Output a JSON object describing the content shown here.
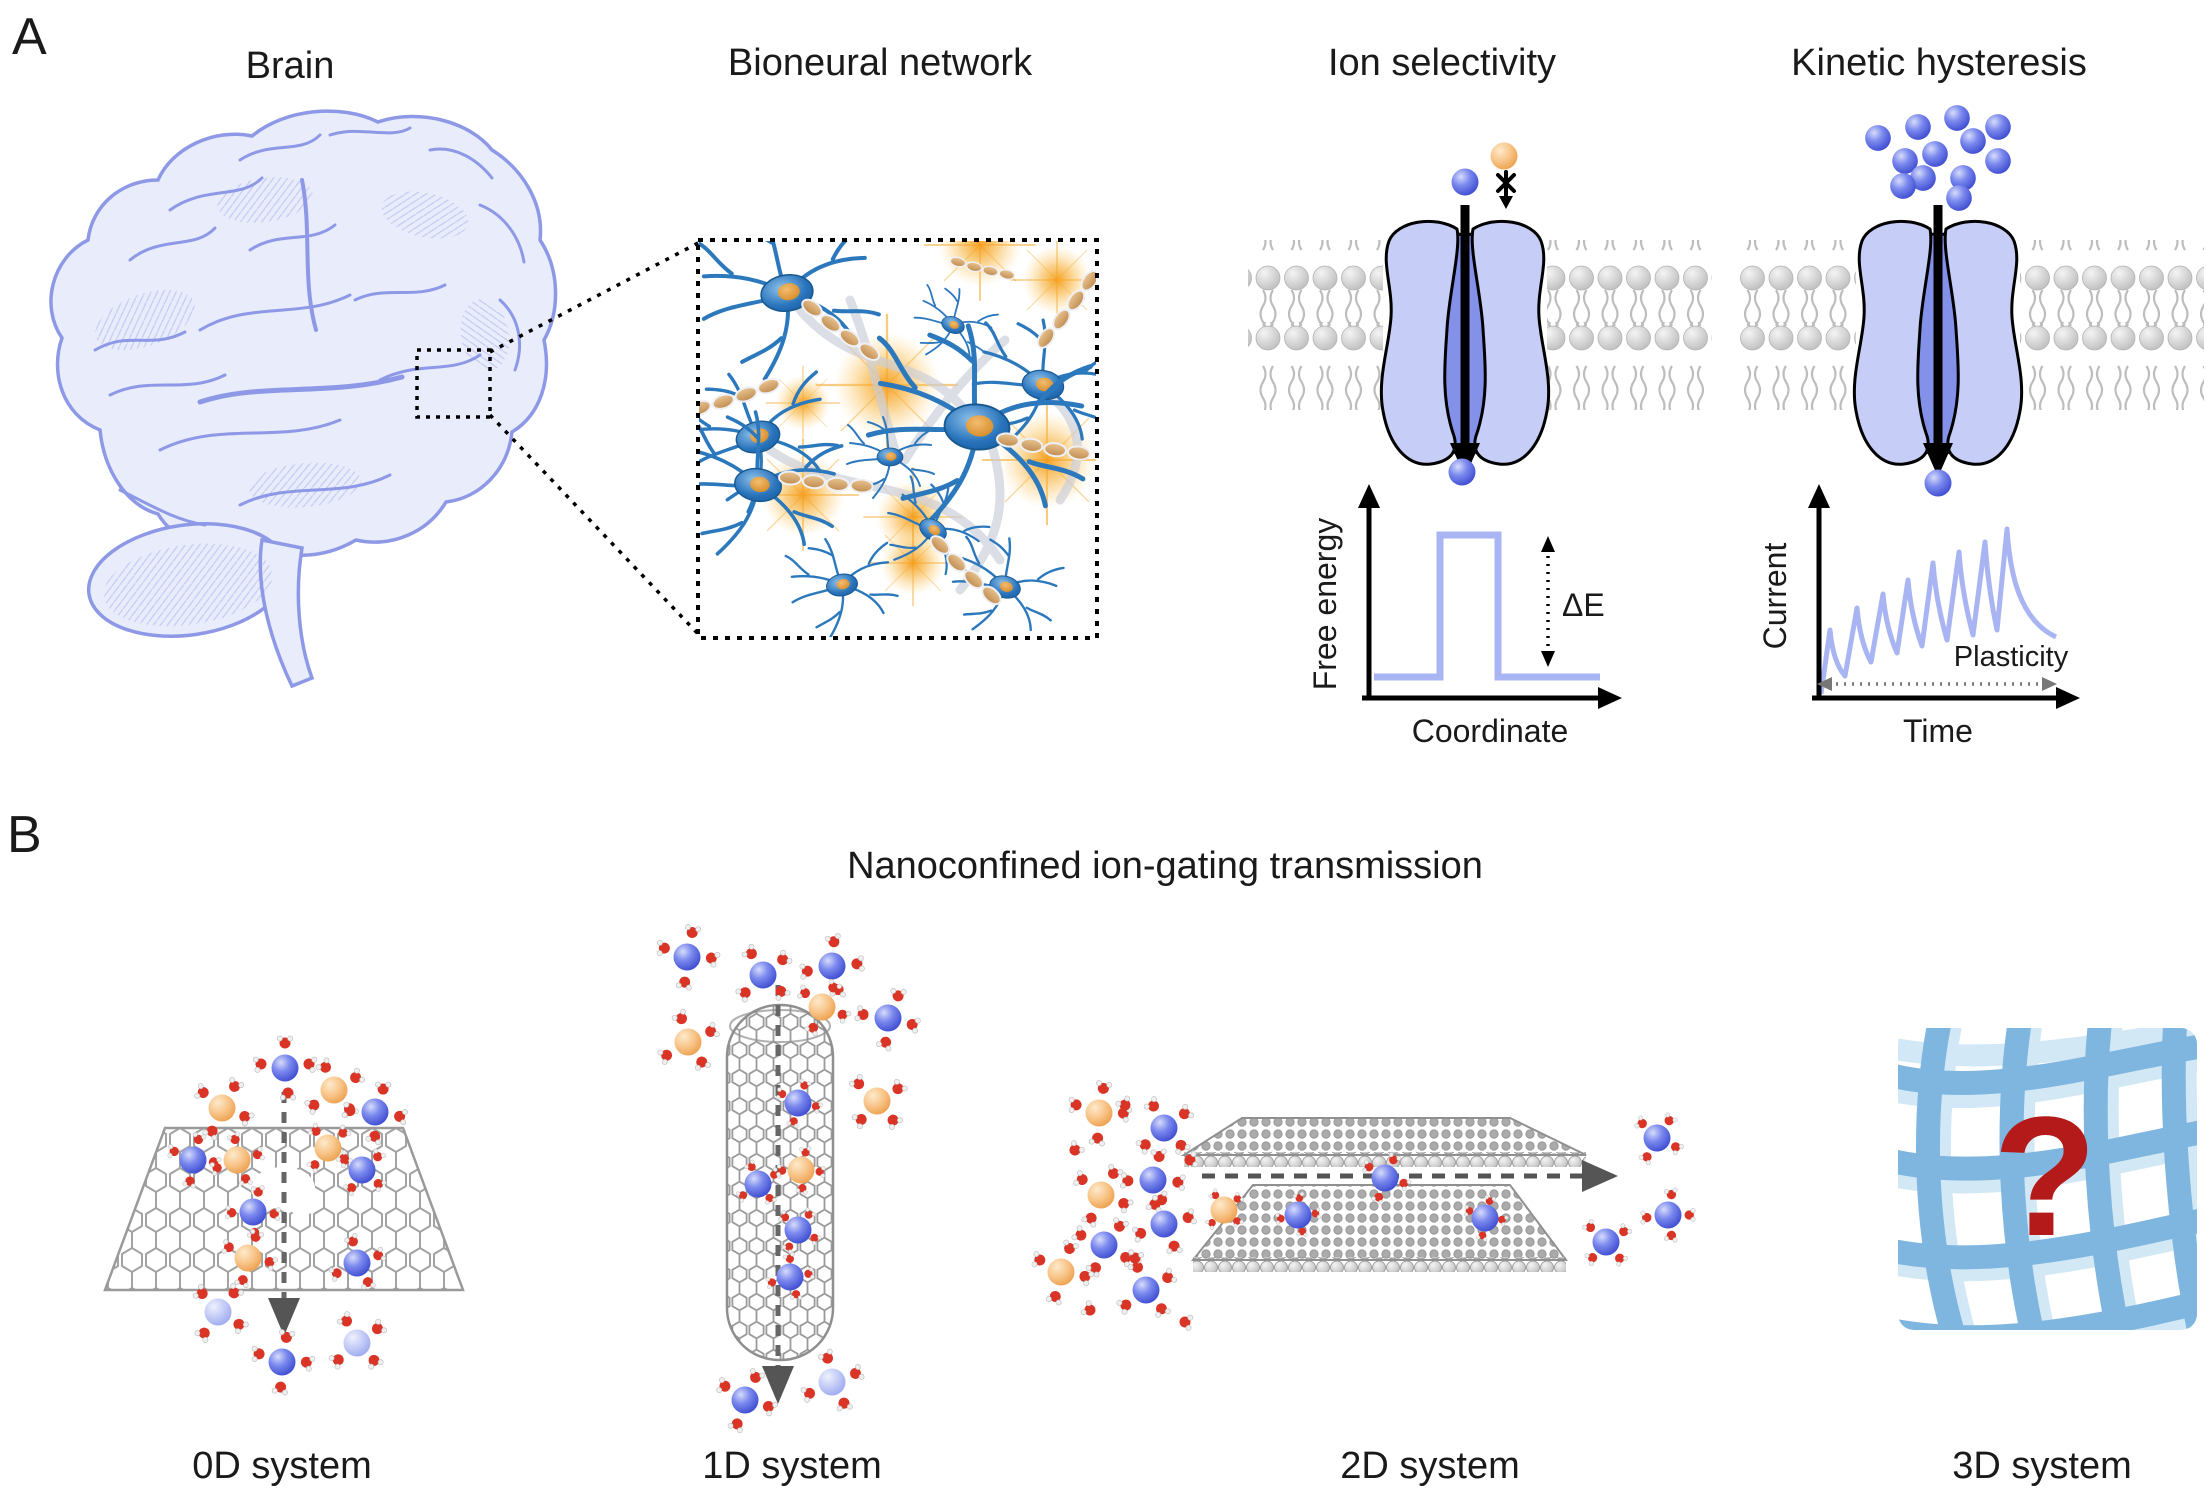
{
  "panel_a": {
    "label": "A",
    "brain_title": "Brain",
    "network_title": "Bioneural network",
    "ion_selectivity": {
      "title": "Ion selectivity",
      "ylabel": "Free energy",
      "xlabel": "Coordinate",
      "delta_label": "ΔE"
    },
    "kinetic_hysteresis": {
      "title": "Kinetic hysteresis",
      "ylabel": "Current",
      "xlabel": "Time",
      "annotation": "Plasticity"
    }
  },
  "panel_b": {
    "label": "B",
    "title": "Nanoconfined ion-gating transmission",
    "systems": [
      {
        "label": "0D system"
      },
      {
        "label": "1D system"
      },
      {
        "label": "2D system"
      },
      {
        "label": "3D system",
        "unknown_symbol": "?"
      }
    ]
  },
  "charts": [
    {
      "type": "line",
      "title": "Ion selectivity energy profile",
      "xlabel": "Coordinate",
      "ylabel": "Free energy",
      "annotation": "ΔE",
      "shape": "flat baseline with single square energy barrier"
    },
    {
      "type": "line",
      "title": "Kinetic hysteresis current response",
      "xlabel": "Time",
      "ylabel": "Current",
      "annotation": "Plasticity",
      "shape": "train of 8 current spikes with rising envelope then slow decay"
    }
  ],
  "colors": {
    "ion_blue": "#5b6ade",
    "ion_blue_light": "#b7c1f4",
    "ion_orange": "#f4a95c",
    "water_red": "#d93425",
    "neuron_blue": "#2a74bc",
    "glow_orange": "#f59d1d",
    "membrane_gray": "#c9c9c9",
    "channel_light": "#c6cdf6",
    "channel_dark": "#8391e9",
    "curve_blue": "#a9b5f2",
    "brain_line": "#8d99e6",
    "graphene_gray": "#9a9a9a",
    "lattice_blue": "#7fb6e0",
    "question_red": "#b51a1a"
  }
}
